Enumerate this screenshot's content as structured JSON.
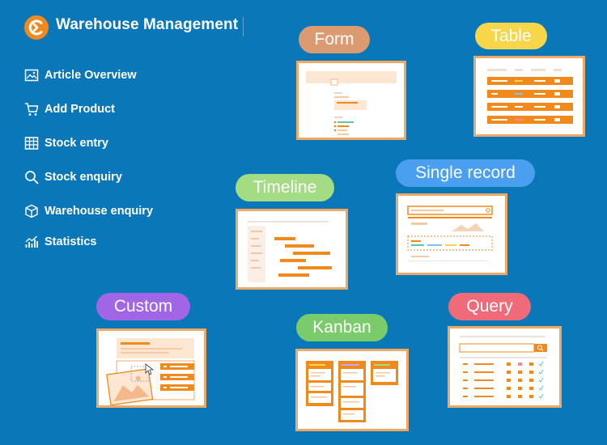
{
  "header": {
    "title": "Warehouse Management"
  },
  "nav": {
    "items": [
      {
        "label": "Article Overview",
        "icon": "image-icon"
      },
      {
        "label": "Add Product",
        "icon": "cart-icon"
      },
      {
        "label": "Stock entry",
        "icon": "table-icon"
      },
      {
        "label": "Stock enquiry",
        "icon": "search-icon"
      },
      {
        "label": "Warehouse enquiry",
        "icon": "cube-icon"
      },
      {
        "label": "Statistics",
        "icon": "chart-icon"
      }
    ]
  },
  "templates": {
    "form": "Form",
    "table": "Table",
    "timeline": "Timeline",
    "single_record": "Single record",
    "custom": "Custom",
    "kanban": "Kanban",
    "query": "Query"
  },
  "colors": {
    "background": "#0a77b8",
    "accent": "#f08a1c",
    "pill_form": "#dc9a70",
    "pill_table": "#f8d64a",
    "pill_timeline": "#a3dc82",
    "pill_single_record": "#4a9ff0",
    "pill_custom": "#a066e6",
    "pill_kanban": "#7acc6a",
    "pill_query": "#ef6b7a"
  }
}
